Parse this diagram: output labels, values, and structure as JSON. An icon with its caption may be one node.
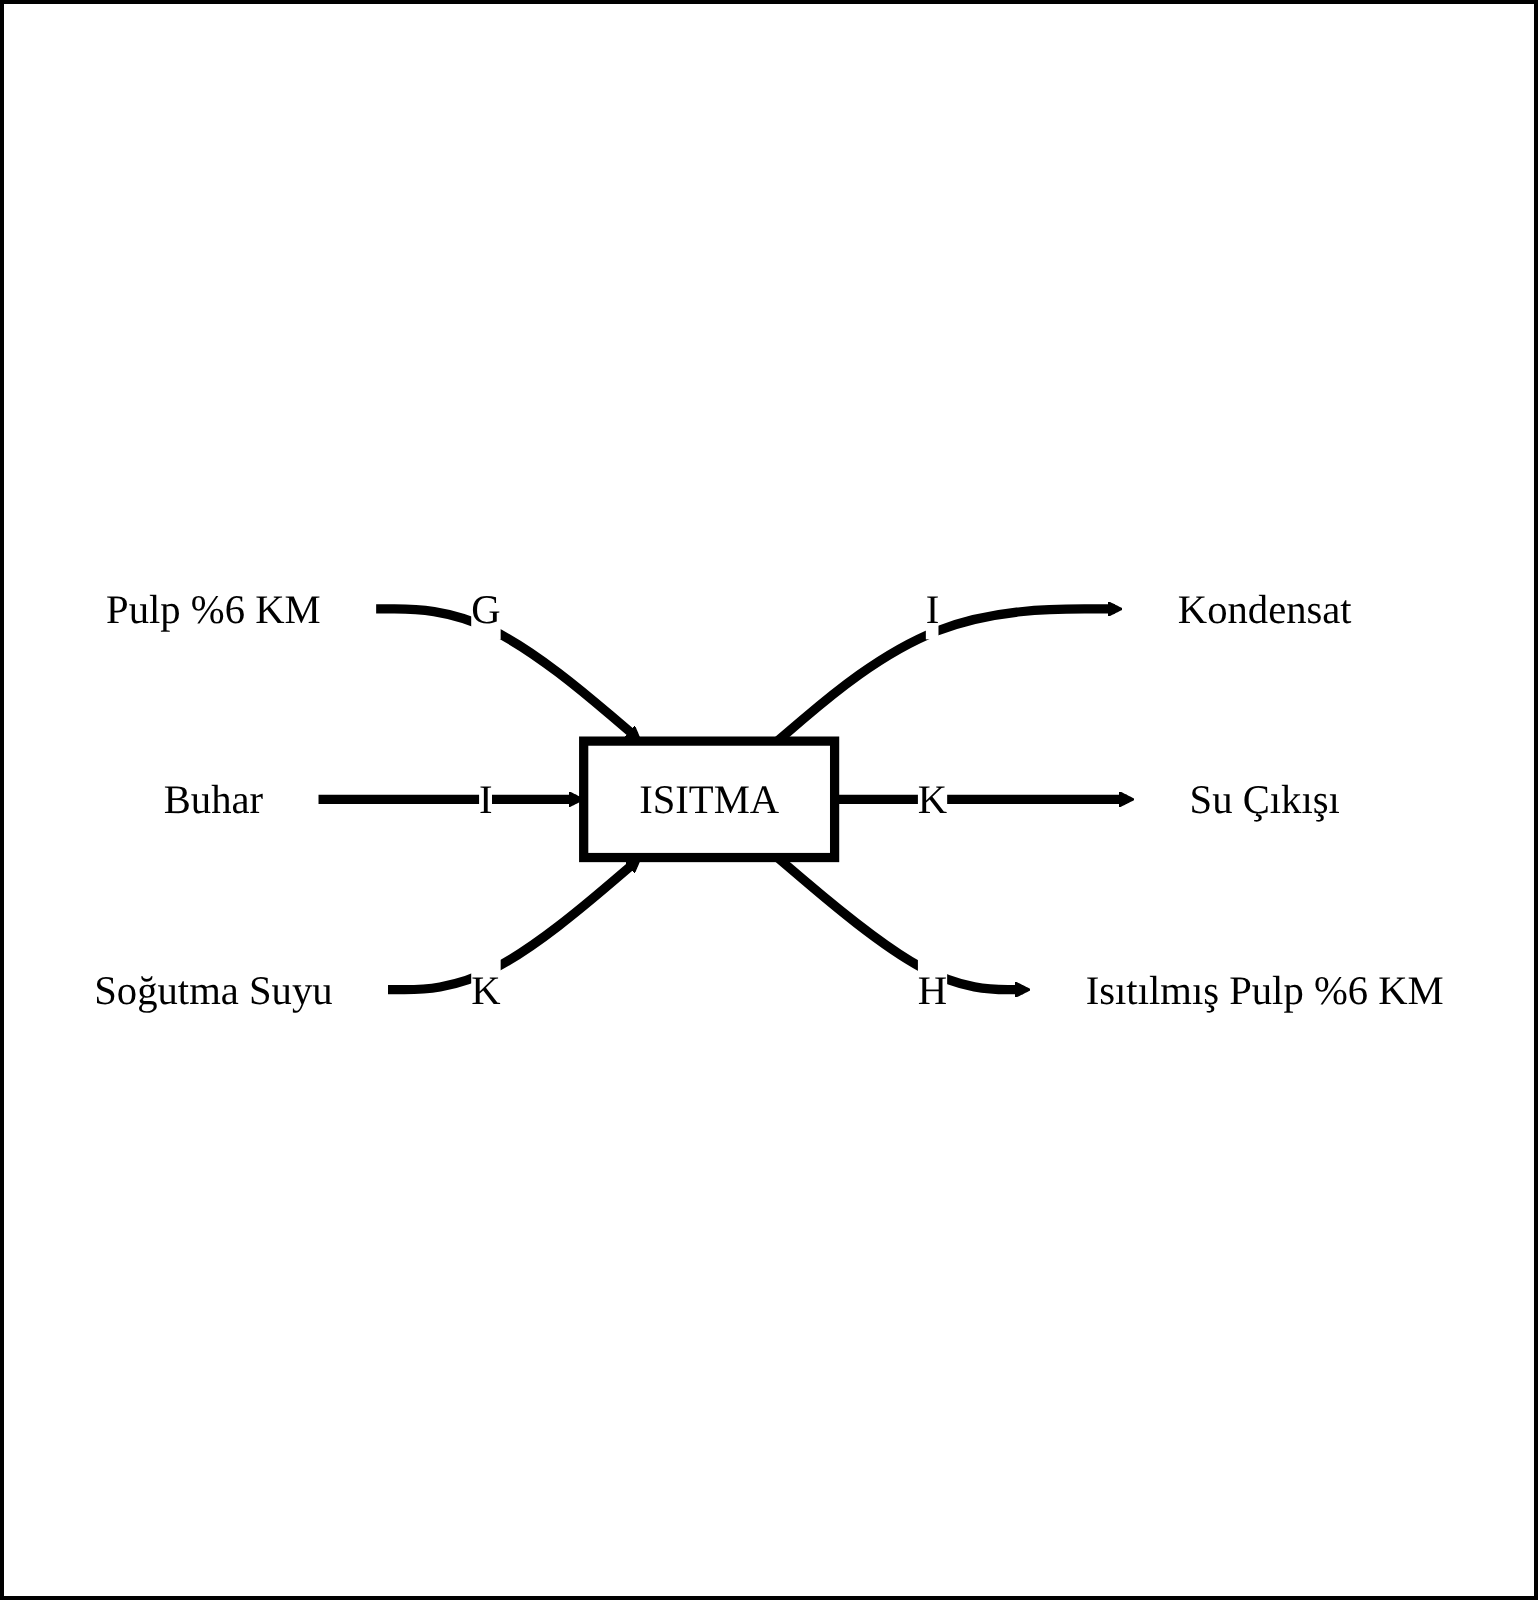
{
  "diagram": {
    "nodes": [
      {
        "text": [
          "Pulp %6 KM"
        ]
      },
      {
        "text": [
          "ISITMA"
        ]
      },
      {
        "text": [
          "Buhar"
        ]
      },
      {
        "text": [
          "Soğutma Suyu"
        ]
      },
      {
        "text": [
          "Kondensat"
        ]
      },
      {
        "text": [
          "Su Çıkışı"
        ]
      },
      {
        "text": [
          "Isıtılmış Pulp %6 KM"
        ]
      }
    ],
    "edges": [
      {
        "from": 0,
        "to": 1,
        "label": "G",
        "arrow": "to"
      },
      {
        "from": 2,
        "to": 1,
        "label": "I",
        "arrow": "to"
      },
      {
        "from": 3,
        "to": 1,
        "label": "K",
        "arrow": "to"
      },
      {
        "from": 1,
        "to": 4,
        "label": "I",
        "arrow": "to"
      },
      {
        "from": 1,
        "to": 5,
        "label": "K",
        "arrow": "to"
      },
      {
        "from": 1,
        "to": 6,
        "label": "H",
        "arrow": "to"
      }
    ]
  }
}
